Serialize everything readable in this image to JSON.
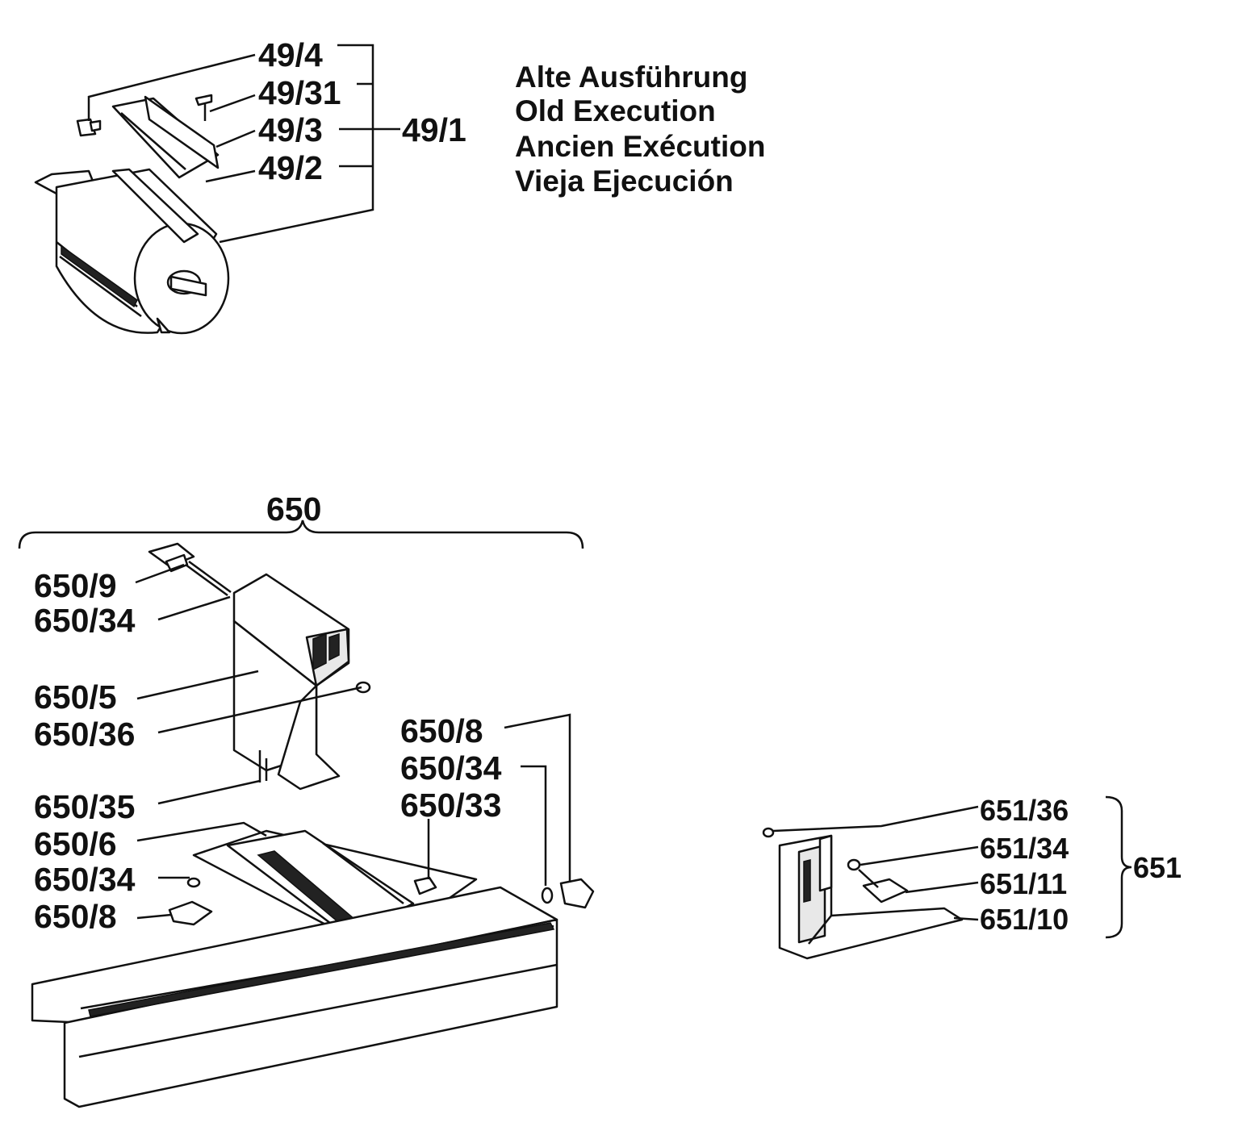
{
  "note": {
    "lines": [
      "Alte Ausführung",
      "Old Execution",
      "Ancien Exécution",
      "Vieja Ejecución"
    ]
  },
  "group_49": {
    "labels": [
      "49/4",
      "49/31",
      "49/3",
      "49/2"
    ],
    "assembly": "49/1"
  },
  "group_650": {
    "assembly": "650",
    "labels_left": [
      "650/9",
      "650/34",
      "650/5",
      "650/36",
      "650/35",
      "650/6",
      "650/34",
      "650/8"
    ],
    "labels_right": [
      "650/8",
      "650/34",
      "650/33"
    ]
  },
  "group_651": {
    "labels": [
      "651/36",
      "651/34",
      "651/11",
      "651/10"
    ],
    "assembly": "651"
  }
}
